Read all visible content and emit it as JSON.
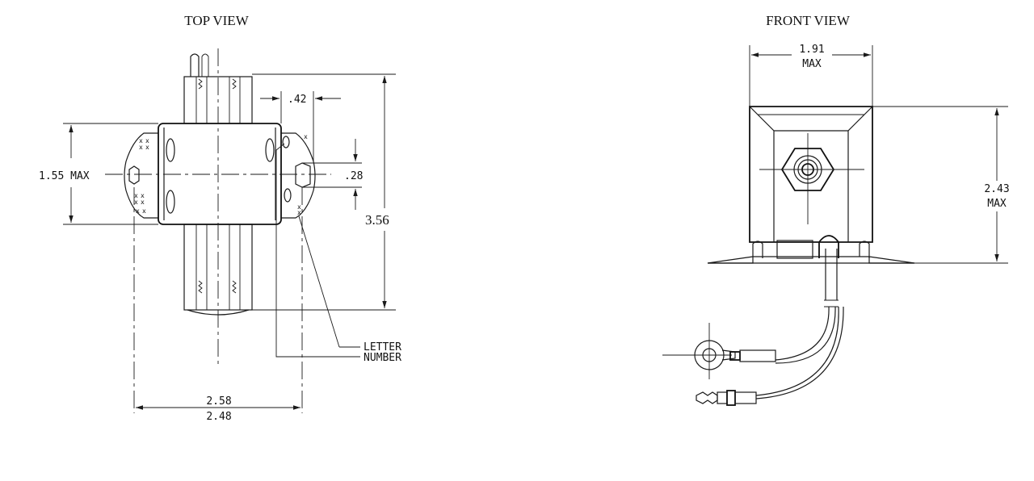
{
  "top_view": {
    "title": "TOP VIEW",
    "dim_width_max_label": "1.55 MAX",
    "dim_height_label": "3.56",
    "dim_tab_offset_label": ".42",
    "dim_hole_label": ".28",
    "dim_mount_upper_label": "2.58",
    "dim_mount_lower_label": "2.48",
    "callout_letter": "LETTER",
    "callout_number": "NUMBER",
    "tab_mark": "x"
  },
  "front_view": {
    "title": "FRONT VIEW",
    "dim_width_value": "1.91",
    "dim_width_suffix": "MAX",
    "dim_height_value": "2.43",
    "dim_height_suffix": "MAX"
  }
}
